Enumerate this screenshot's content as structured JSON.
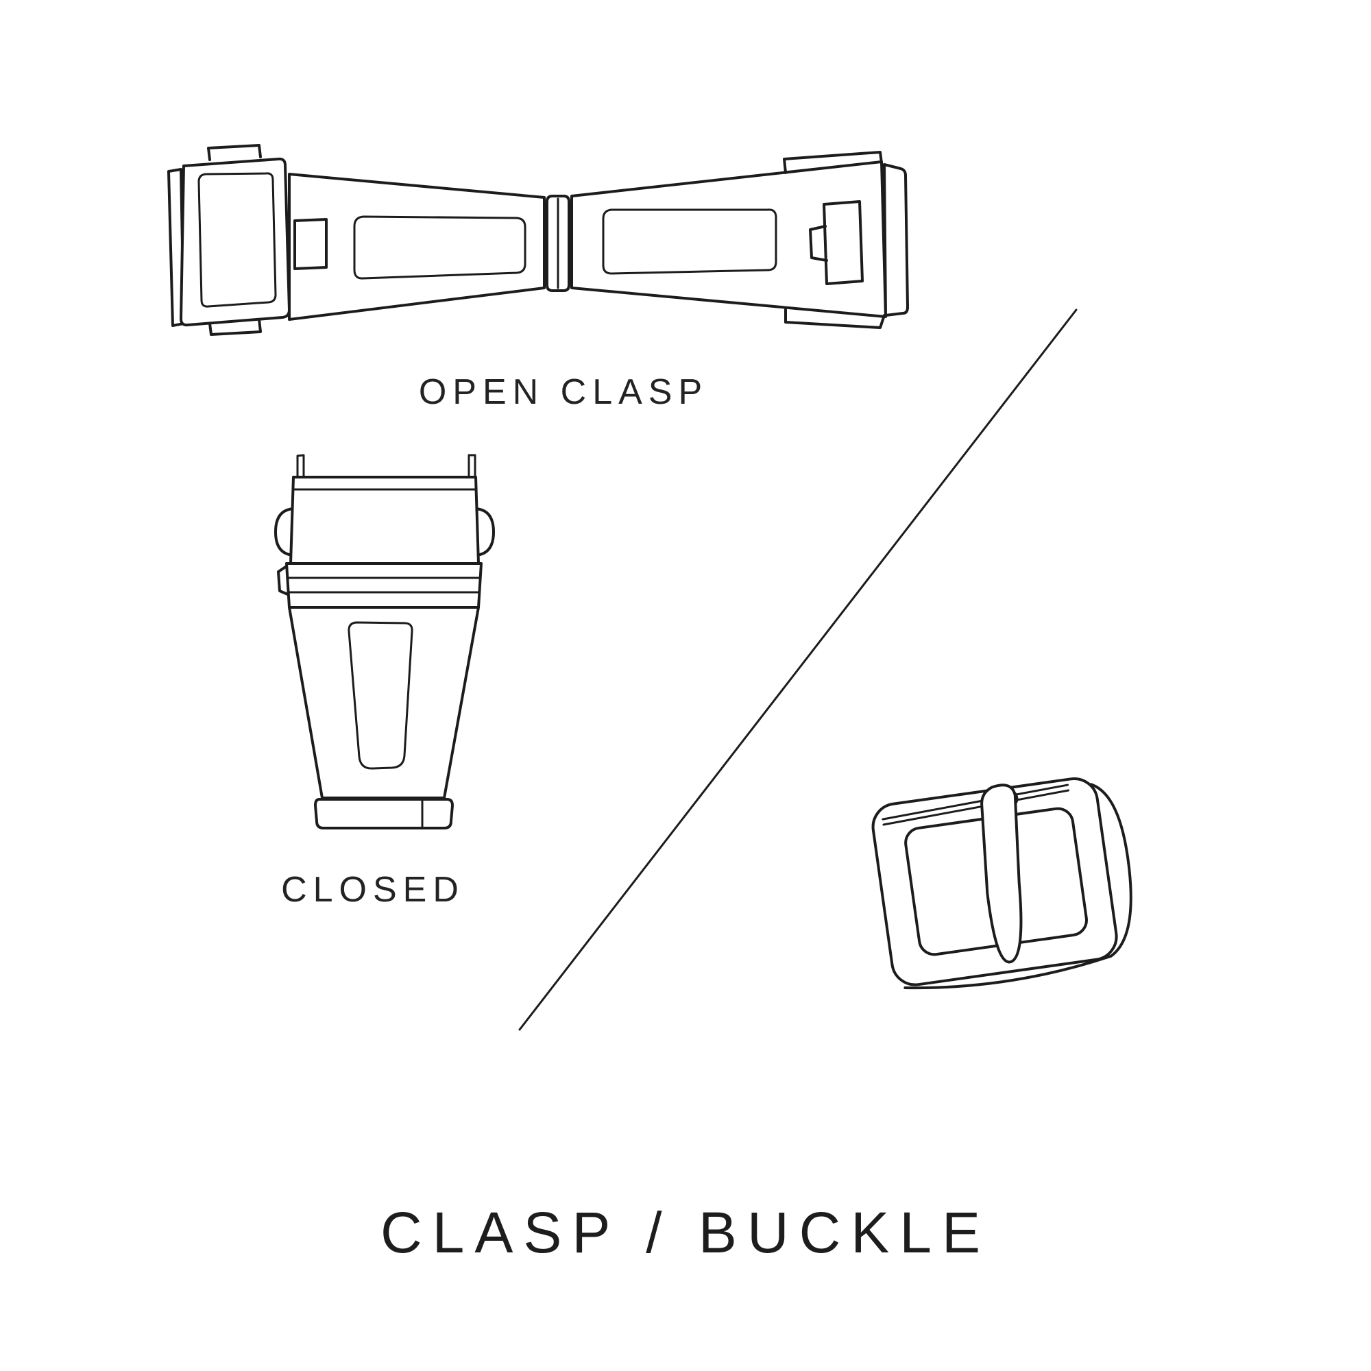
{
  "title": "CLASP / BUCKLE",
  "labels": {
    "open_clasp": "OPEN CLASP",
    "closed": "CLOSED"
  },
  "colors": {
    "background": "#ffffff",
    "line": "#1c1c1c",
    "text": "#232323"
  },
  "illustrations": {
    "open_clasp": "open-clasp-line-drawing",
    "closed_clasp": "closed-clasp-line-drawing",
    "buckle": "tang-buckle-line-drawing",
    "divider": "diagonal-divider-line"
  }
}
